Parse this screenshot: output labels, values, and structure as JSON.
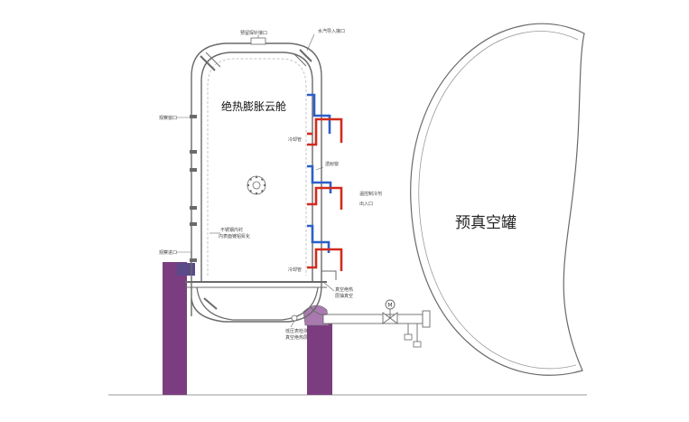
{
  "diagram": {
    "chamber_title": "绝热膨胀云舱",
    "tank_title": "预真空罐",
    "labels": {
      "top_probe_port": "预留探针接口",
      "water_vapor_inlet": "水汽导入接口",
      "viewing_window": "观察窗口",
      "coolant_pipe_upper": "冷却管",
      "viewport": "透射窗",
      "temp_control_coolant": "温控制冷剂",
      "inlet_outlet": "出入口",
      "stainless_liner_1": "不锈钢内衬",
      "stainless_liner_2": "内表面镀铝氮化",
      "manhole_port": "观察进口",
      "coolant_pipe_lower": "冷却管",
      "vacuum_insulation_1": "真空绝热",
      "vacuum_insulation_2": "层抽真空",
      "pressure_sensor_1": "低压表检测",
      "pressure_sensor_2": "真空绝热层",
      "valve_symbol": "M"
    },
    "colors": {
      "outline": "#6a6a6a",
      "hot_pipe": "#d12b1e",
      "cold_pipe": "#2c5fc9",
      "support": "#7b3d80",
      "flange": "#4a7fc0"
    }
  }
}
